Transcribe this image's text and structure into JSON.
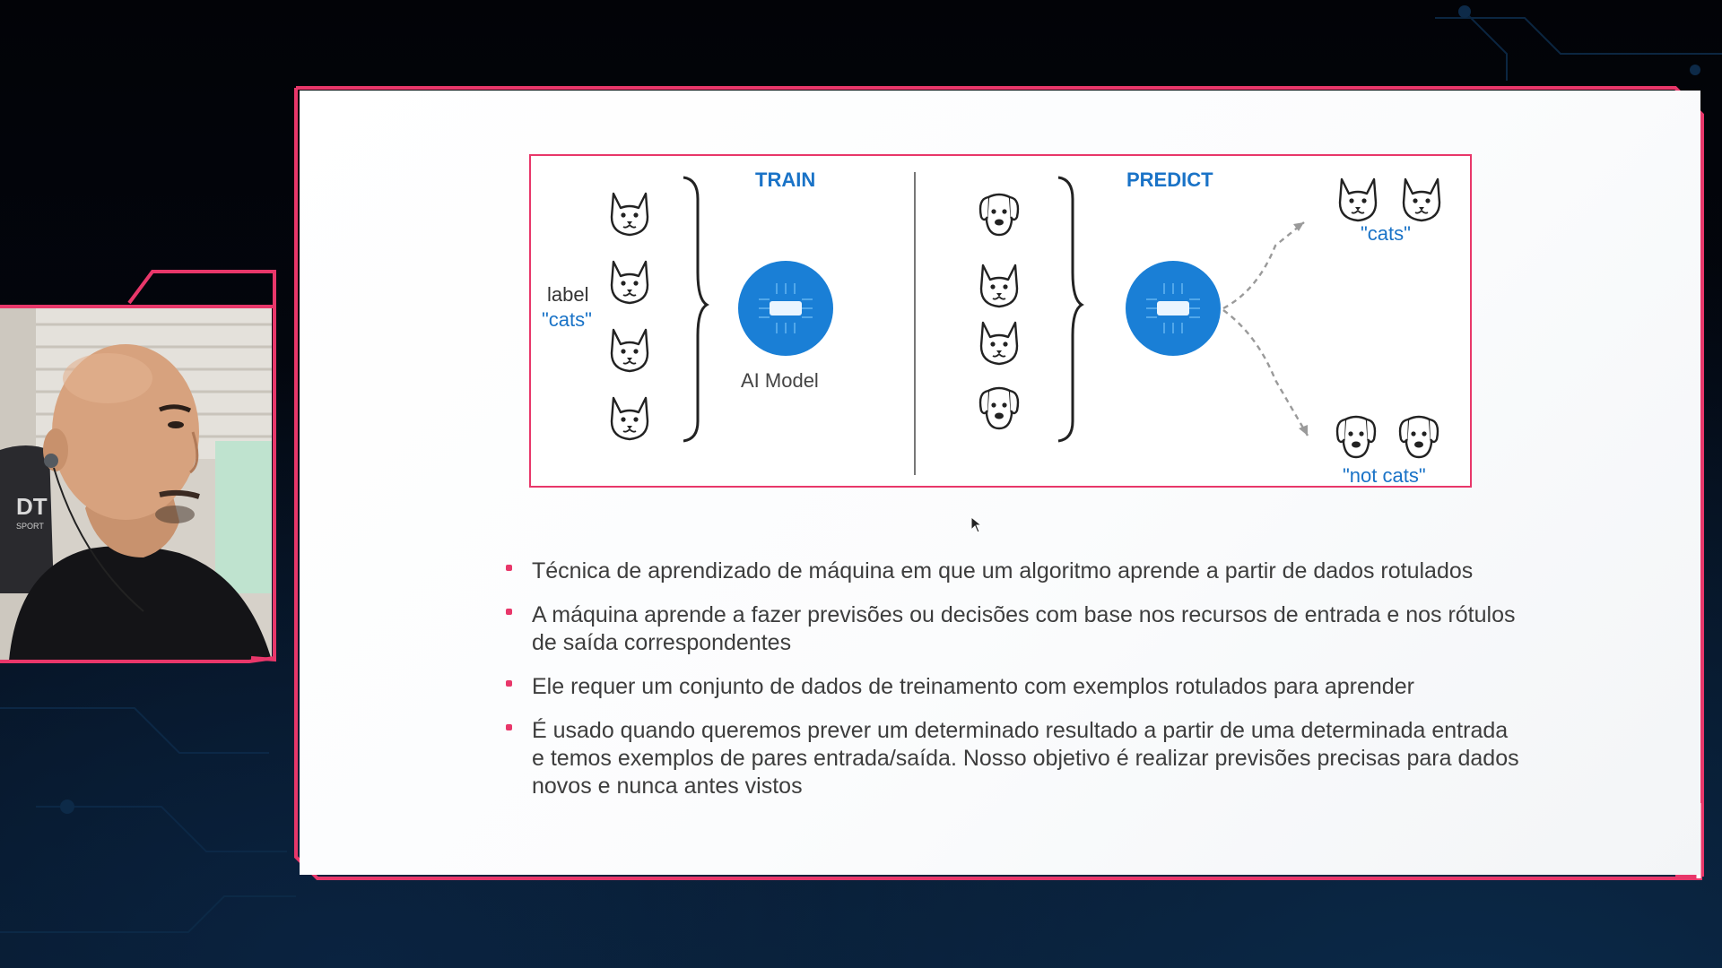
{
  "slide": {
    "diagram": {
      "train_title": "TRAIN",
      "predict_title": "PREDICT",
      "input_label_word": "label",
      "input_label_value": "\"cats\"",
      "model_label": "AI Model",
      "output_positive": "\"cats\"",
      "output_negative": "\"not cats\"",
      "icons": {
        "train_inputs": [
          "cat-icon",
          "cat-icon",
          "cat-icon",
          "cat-icon"
        ],
        "predict_inputs": [
          "dog-icon",
          "cat-icon",
          "cat-icon",
          "dog-icon"
        ],
        "model": "chip-icon",
        "outputs_positive": [
          "cat-icon",
          "cat-icon"
        ],
        "outputs_negative": [
          "dog-icon",
          "dog-icon"
        ]
      }
    },
    "bullets": [
      "Técnica de aprendizado de máquina em que um algoritmo aprende a partir de dados rotulados",
      "A máquina aprende a fazer previsões ou decisões com base nos recursos de entrada e nos rótulos de saída correspondentes",
      "Ele requer um conjunto de dados de treinamento com exemplos rotulados para aprender",
      "É usado quando queremos prever um determinado resultado a partir de uma determinada entrada e temos exemplos de pares entrada/saída. Nosso objetivo é realizar previsões precisas para dados novos e nunca antes vistos"
    ],
    "colors": {
      "accent": "#e8376a",
      "model_blue": "#1a7fd6",
      "title_blue": "#1a73c7"
    }
  },
  "webcam": {
    "chair_brand_text": "DT",
    "chair_sub_text": "SPORT"
  }
}
